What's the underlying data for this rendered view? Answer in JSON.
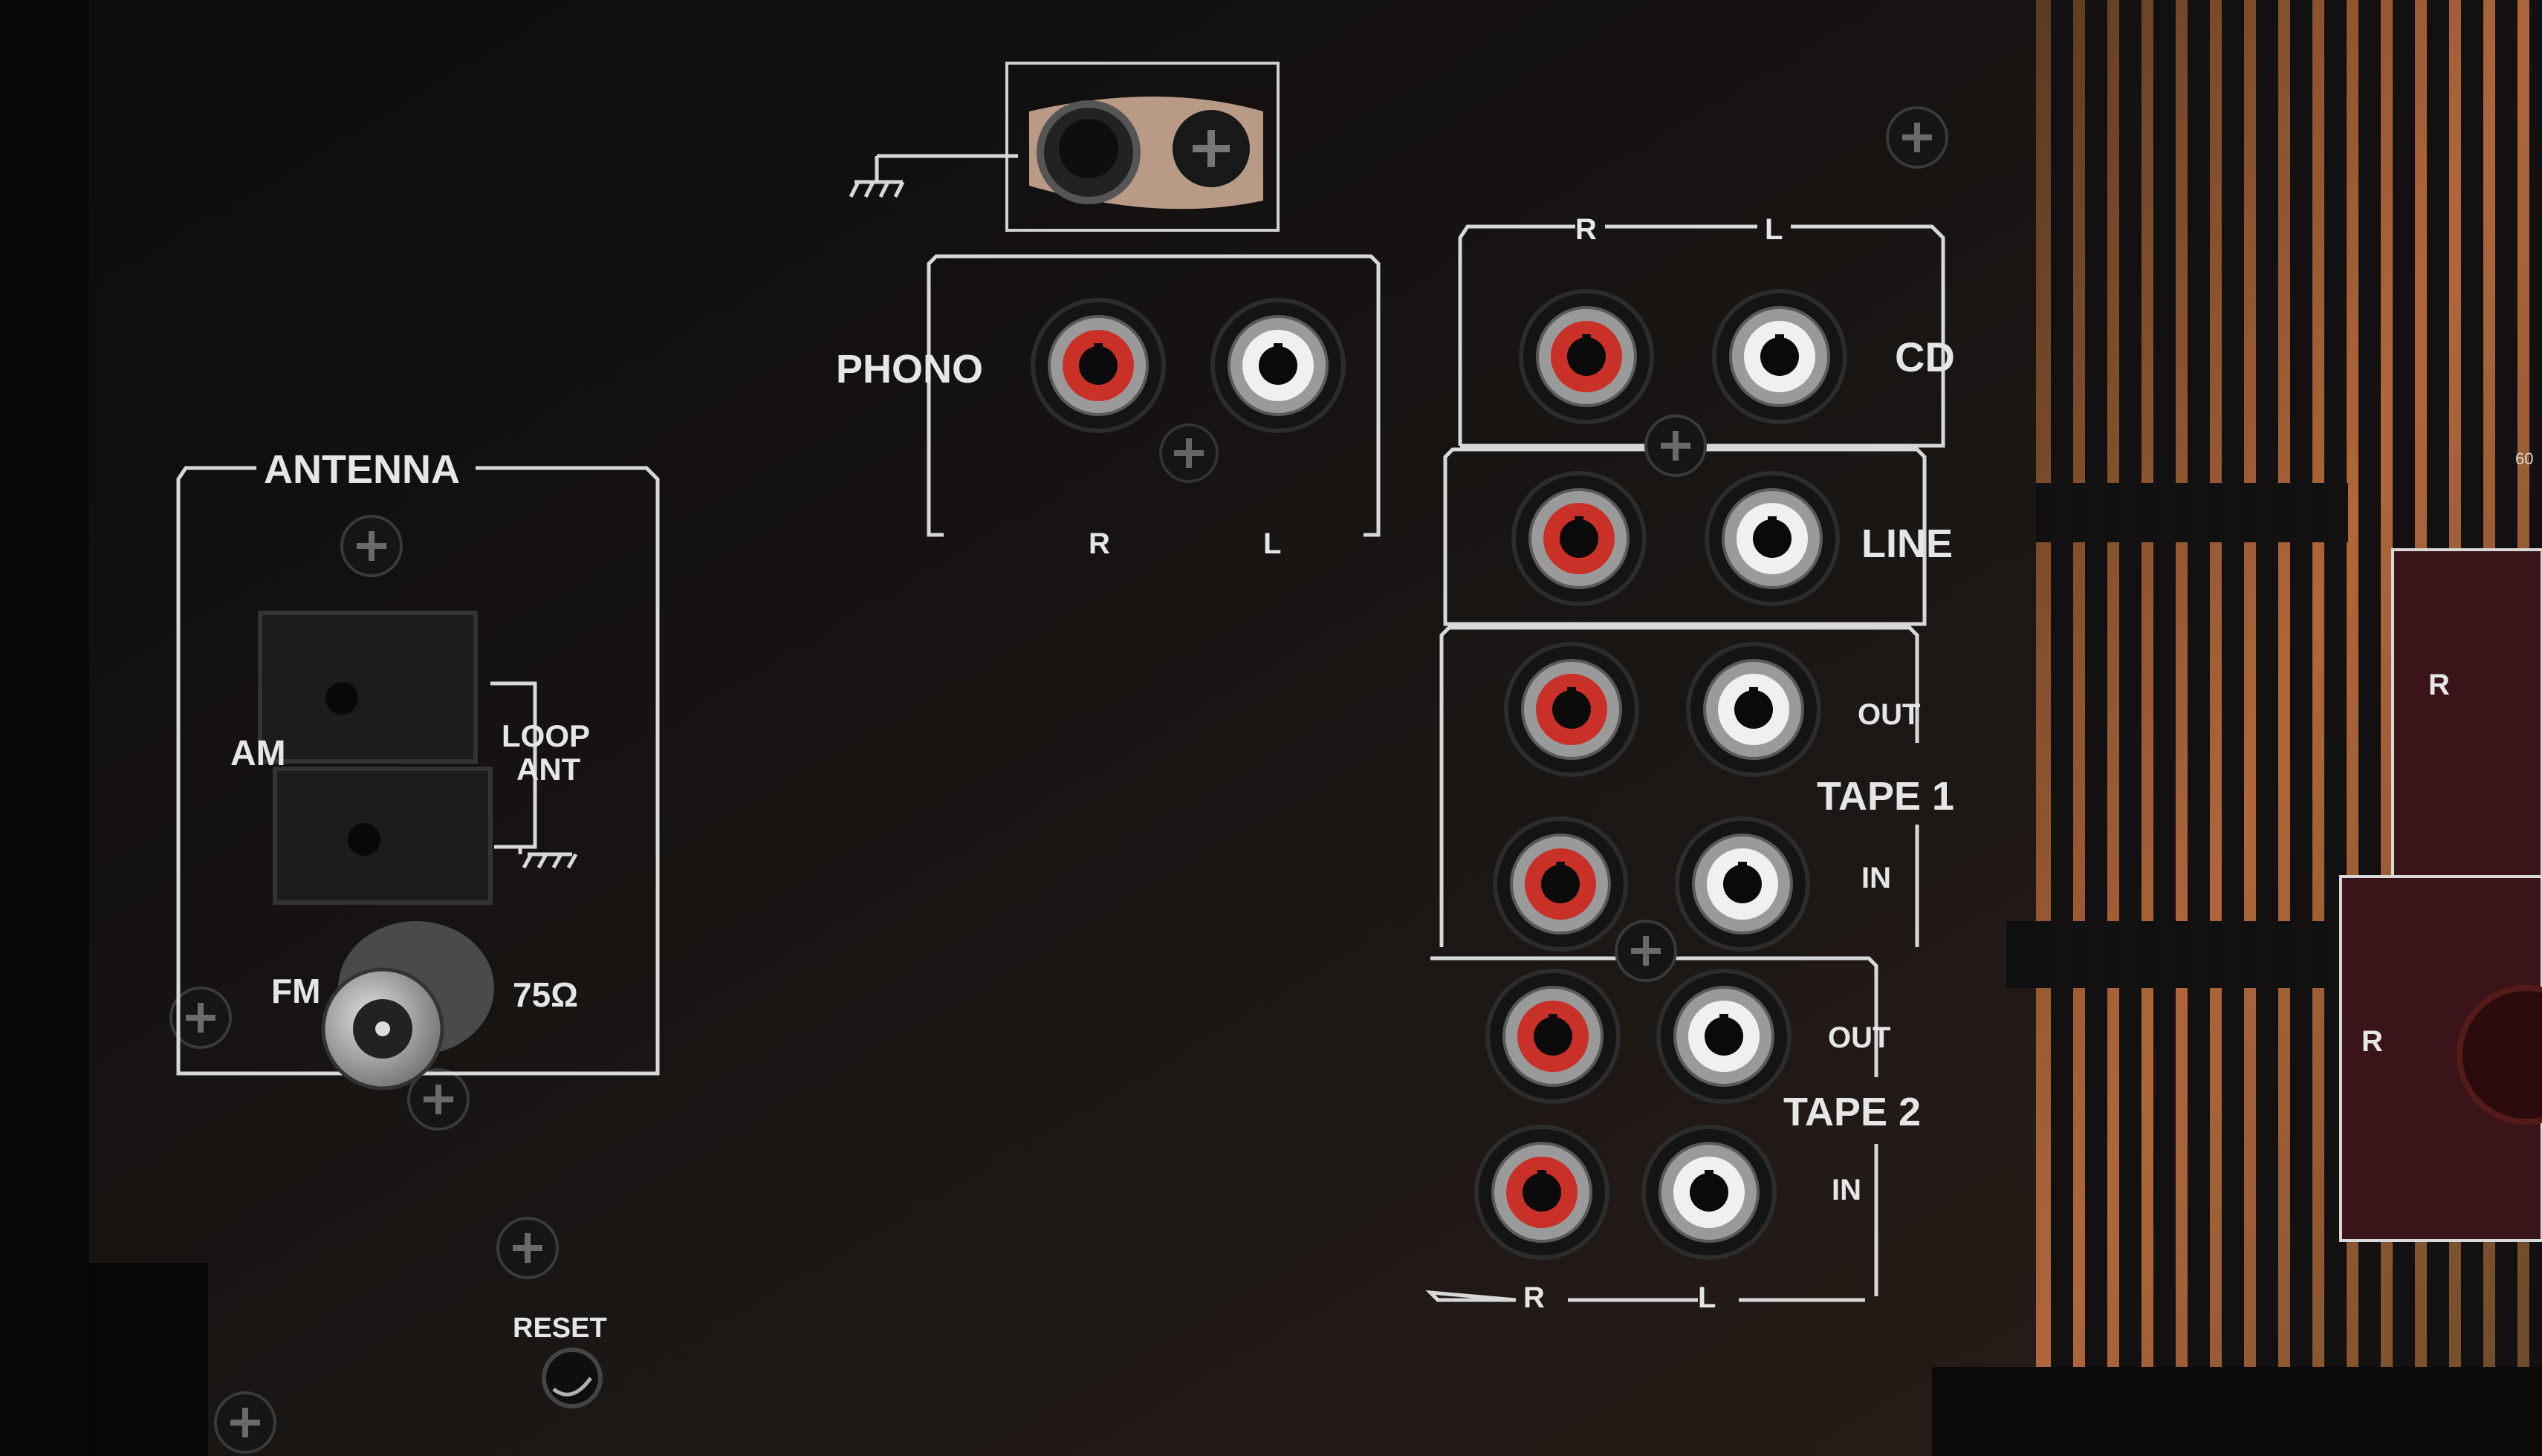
{
  "colors": {
    "panel": "#141211",
    "frame_line": "#d8d8d8",
    "jack_right": "#c83028",
    "jack_left": "#f0f0f0",
    "label": "#e6e6e6",
    "pcb": "#b0663a"
  },
  "labels": {
    "phono": "PHONO",
    "phono_r": "R",
    "phono_l": "L",
    "cd_r": "R",
    "cd_l": "L",
    "cd": "CD",
    "line": "LINE",
    "tape1": "TAPE 1",
    "tape1_out": "OUT",
    "tape1_in": "IN",
    "tape2": "TAPE 2",
    "tape2_out": "OUT",
    "tape2_in": "IN",
    "bottom_r": "R",
    "bottom_l": "L",
    "antenna": "ANTENNA",
    "am": "AM",
    "loop_ant_1": "LOOP",
    "loop_ant_2": "ANT",
    "fm": "FM",
    "ohms": "75Ω",
    "reset": "RESET",
    "speaker_r1": "R",
    "speaker_r2": "R",
    "edge_digits": "60"
  },
  "icons": {
    "ground": "ground-symbol-icon",
    "screw": "screw-icon",
    "rca": "rca-jack-icon",
    "coax": "coax-connector-icon"
  }
}
